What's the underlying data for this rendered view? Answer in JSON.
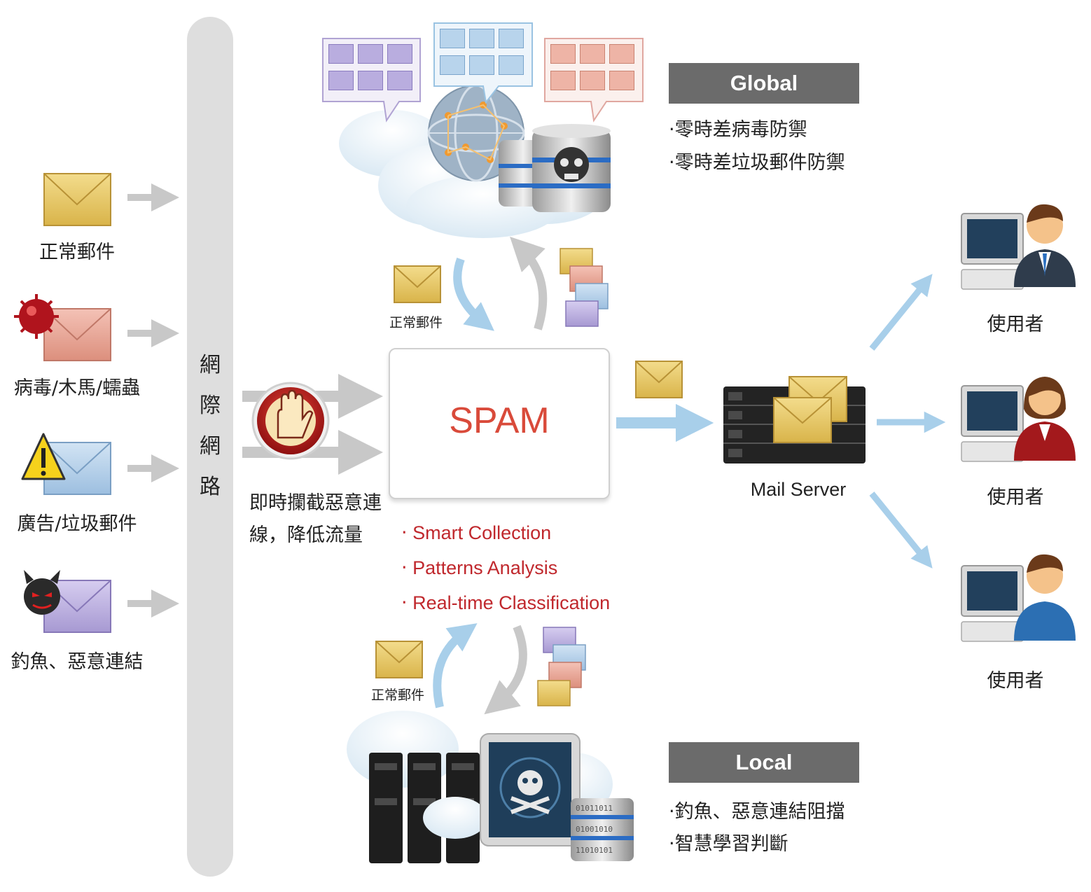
{
  "network": {
    "chars": [
      "網",
      "際",
      "網",
      "路"
    ]
  },
  "mail_types": [
    {
      "label": "正常郵件",
      "icon": "envelope-yellow-icon",
      "color": "#e8c65a"
    },
    {
      "label": "病毒/木馬/蠕蟲",
      "icon": "virus-envelope-icon",
      "color": "#e39a8a"
    },
    {
      "label": "廣告/垃圾郵件",
      "icon": "warning-envelope-icon",
      "color": "#a9c8e6"
    },
    {
      "label": "釣魚、惡意連結",
      "icon": "devil-envelope-icon",
      "color": "#b3a6d8"
    }
  ],
  "block": {
    "line1": "即時攔截惡意連",
    "line2": "線，降低流量"
  },
  "spam": {
    "title": "SPAM"
  },
  "features": [
    "Smart Collection",
    "Patterns Analysis",
    "Real-time Classification"
  ],
  "cycle_top_label": "正常郵件",
  "cycle_bottom_label": "正常郵件",
  "global": {
    "title": "Global",
    "items": [
      "零時差病毒防禦",
      "零時差垃圾郵件防禦"
    ]
  },
  "local": {
    "title": "Local",
    "items": [
      "釣魚、惡意連結阻擋",
      "智慧學習判斷"
    ]
  },
  "mail_server": {
    "label": "Mail Server"
  },
  "users": [
    "使用者",
    "使用者",
    "使用者"
  ],
  "bullet": "‧",
  "colors": {
    "spam_red": "#d94a3a",
    "feature_red": "#c0282d",
    "banner_gray": "#6b6b6b",
    "flow_blue": "#a8cfea",
    "arrow_gray": "#c8c8c8"
  }
}
